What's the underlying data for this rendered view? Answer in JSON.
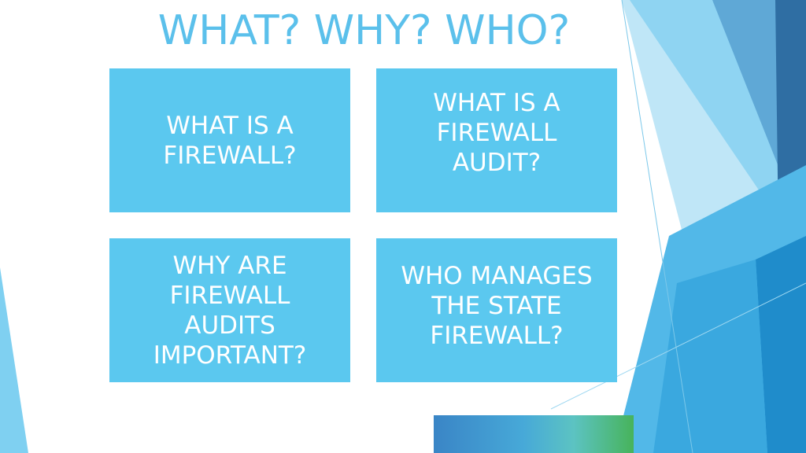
{
  "title": "WHAT? WHY? WHO?",
  "boxes": [
    {
      "text": "WHAT IS A FIREWALL?"
    },
    {
      "text": "WHAT IS A FIREWALL AUDIT?"
    },
    {
      "text": "WHY ARE FIREWALL AUDITS IMPORTANT?"
    },
    {
      "text": "WHO MANAGES THE STATE FIREWALL?"
    }
  ],
  "colors": {
    "title": "#5bc0eb",
    "box_fill": "#5bc8ef",
    "box_text": "#ffffff",
    "accent_dark": "#2a70a8",
    "accent_light": "#a9dcf3"
  }
}
